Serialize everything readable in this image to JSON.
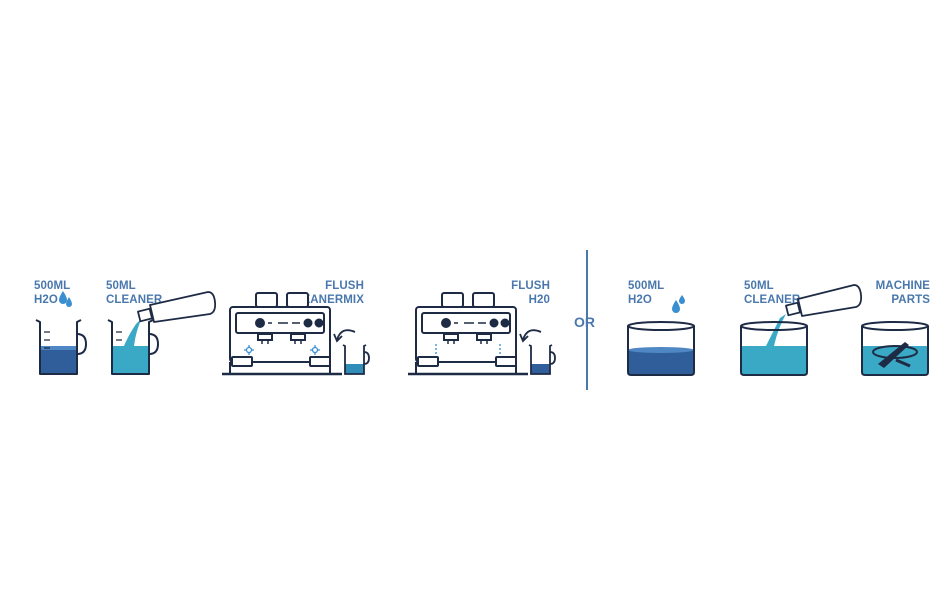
{
  "steps": [
    {
      "line1": "500ML",
      "line2": "H2O"
    },
    {
      "line1": "50ML",
      "line2": "CLEANER"
    },
    {
      "line1": "FLUSH",
      "line2": "CLEANERMIX"
    },
    {
      "line1": "FLUSH",
      "line2": "H20"
    },
    {
      "line1": "500ML",
      "line2": "H2O"
    },
    {
      "line1": "50ML",
      "line2": "CLEANER"
    },
    {
      "line1": "MACHINE",
      "line2": "PARTS"
    }
  ],
  "separator_label": "OR",
  "colors": {
    "label": "#4a78ad",
    "outline": "#1e2b45",
    "water_dark": "#2f5e9b",
    "water_light": "#3aa9c6",
    "drop": "#3a8fd0"
  },
  "icons": [
    "beaker-water-icon",
    "pour-bottle-icon",
    "espresso-machine-icon",
    "basin-icon",
    "machine-parts-icon"
  ]
}
